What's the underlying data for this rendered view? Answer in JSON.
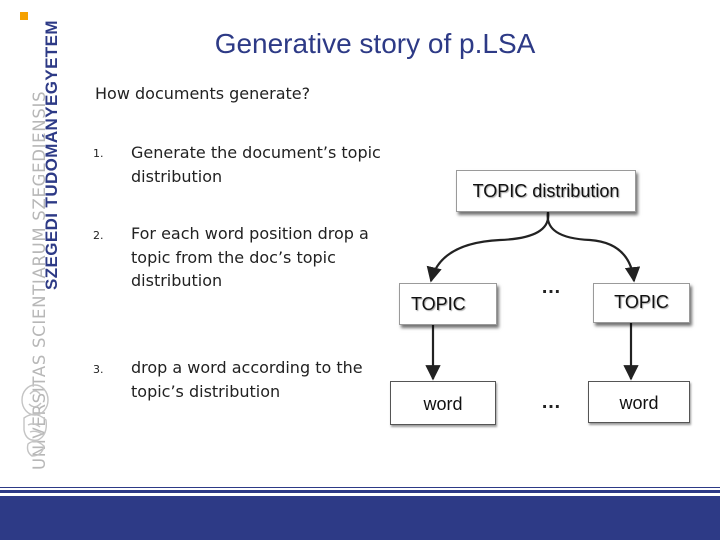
{
  "slide": {
    "title": "Generative story of p.LSA",
    "subtitle": "How documents generate?",
    "steps": [
      {
        "number": "1.",
        "text": "Generate the document’s topic distribution"
      },
      {
        "number": "2.",
        "text": "For each word position  drop a topic from the doc’s topic distribution"
      },
      {
        "number": "3.",
        "text": "drop a word according to the topic’s distribution"
      }
    ]
  },
  "sidebar": {
    "university_name": "SZEGEDI TUDOMÁNYEGYETEM",
    "latin_name": "UNIVERSITAS SCIENTIARUM SZEGEDIENSIS",
    "accent_color": "#f5a100",
    "brand_color": "#2d3a86"
  },
  "diagram": {
    "root": "TOPIC distribution",
    "topic_left": "TOPIC",
    "topic_right": "TOPIC",
    "word_left": "word",
    "word_right": "word",
    "ellipsis_topic": "…",
    "ellipsis_word": "…"
  },
  "colors": {
    "title": "#2d3a86",
    "footer": "#2d3a86"
  }
}
